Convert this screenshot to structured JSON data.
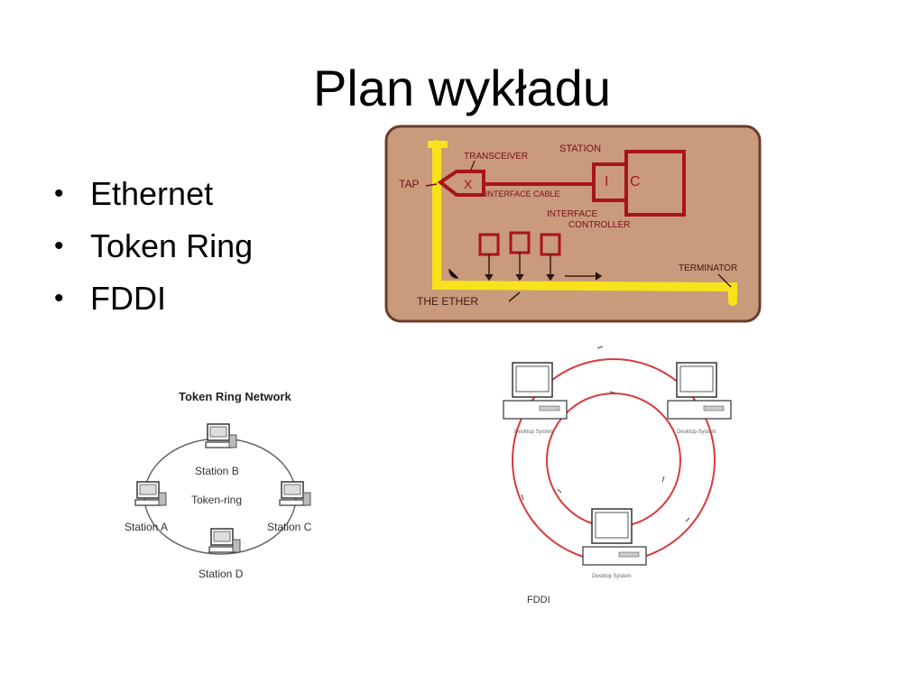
{
  "slide": {
    "title": "Plan wykładu",
    "bullets": [
      "Ethernet",
      "Token Ring",
      "FDDI"
    ]
  },
  "ethernet_diagram": {
    "labels": {
      "station": "STATION",
      "transceiver": "TRANSCEIVER",
      "tap": "TAP",
      "x": "X",
      "interface_cable": "INTERFACE CABLE",
      "i": "I",
      "c": "C",
      "interface": "INTERFACE",
      "controller": "CONTROLLER",
      "terminator": "TERMINATOR",
      "ether": "THE ETHER"
    },
    "colors": {
      "background": "#c99a7c",
      "ink": "#a8141c",
      "cable": "#f7e21b"
    }
  },
  "token_ring_diagram": {
    "title": "Token Ring Network",
    "center": "Token-ring",
    "stations": [
      "Station B",
      "Station A",
      "Station C",
      "Station D"
    ]
  },
  "fddi_diagram": {
    "caption": "FDDI",
    "systems": [
      "Desktop System",
      "Desktop System",
      "Desktop System"
    ],
    "colors": {
      "ring": "#d9393b"
    }
  }
}
